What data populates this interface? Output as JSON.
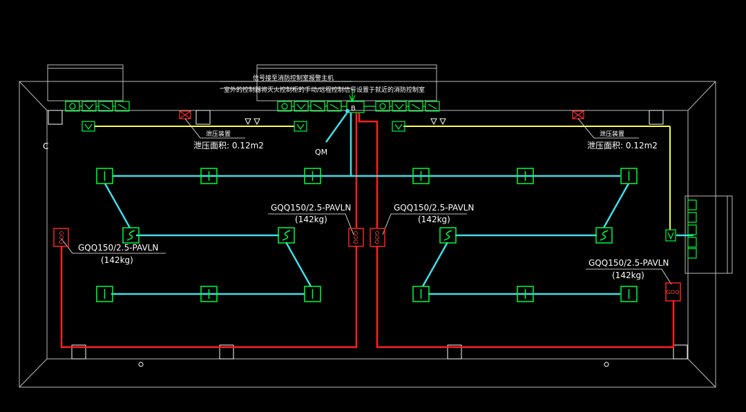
{
  "colors": {
    "background": "#000000",
    "frame": "#bdbdbd",
    "device": "#00ff3c",
    "pipe_cyan": "#3fe0ee",
    "pipe_red": "#ff2222",
    "pipe_yellow": "#ffff44",
    "alarm": "#ff2a2a",
    "text": "#ffffff"
  },
  "notes": {
    "signal_line1": "信号接至消防控制室报警主机",
    "signal_line2": "室外的控制器将灭火控制柜的手动/远程控制信号设置于就近的消防控制室"
  },
  "labels": {
    "relief_left_title": "泄压装置",
    "relief_left_area": "泄压面积: 0.12m2",
    "relief_right_title": "泄压装置",
    "relief_right_area": "泄压面积: 0.12m2",
    "qm": "QM",
    "box_b": "B",
    "corner_c": "C"
  },
  "cylinders": [
    {
      "model": "GQQ150/2.5-PAVLN",
      "weight": "(142kg)"
    },
    {
      "model": "GQQ150/2.5-PAVLN",
      "weight": "(142kg)"
    },
    {
      "model": "GQQ150/2.5-PAVLN",
      "weight": "(142kg)"
    },
    {
      "model": "GQQ150/2.5-PAVLN",
      "weight": "(142kg)"
    }
  ],
  "cylinder_symbol": "GOQ"
}
